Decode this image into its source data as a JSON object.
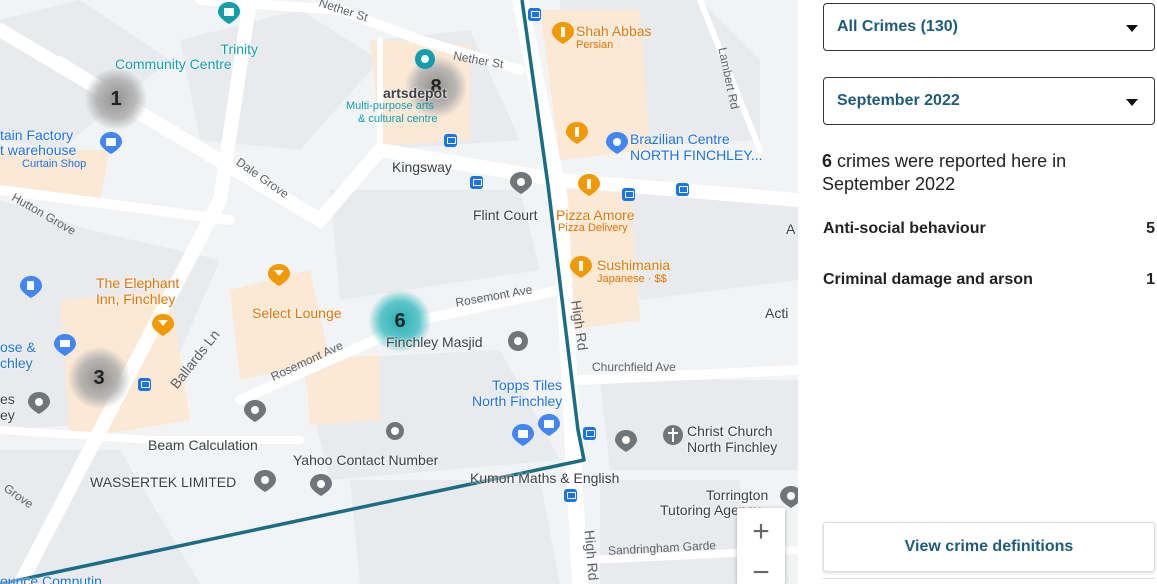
{
  "map": {
    "clusters": [
      {
        "count": "1",
        "kind": "grey"
      },
      {
        "count": "8",
        "kind": "grey"
      },
      {
        "count": "3",
        "kind": "grey"
      },
      {
        "count": "6",
        "kind": "teal"
      }
    ],
    "streets": {
      "nether_st_1": "Nether St",
      "nether_st_2": "Nether St",
      "dale_grove": "Dale Grove",
      "hutton_grove": "Hutton Grove",
      "ballards_ln": "Ballards Ln",
      "kingsway": "Kingsway",
      "rosemont_ave_1": "Rosemont Ave",
      "rosemont_ave_2": "Rosemont Ave",
      "high_rd_1": "High Rd",
      "high_rd_2": "High Rd",
      "lambert_rd": "Lambert Rd",
      "churchfield_ave": "Churchfield Ave",
      "sandringham": "Sandringham Garde",
      "grove": "Grove",
      "a_label": "A",
      "acti": "Acti"
    },
    "places": {
      "trinity_1": "Trinity",
      "trinity_2": "Community Centre",
      "arts_name": "artsdepot",
      "arts_sub_1": "Multi-purpose arts",
      "arts_sub_2": "& cultural centre",
      "shah_abbas": "Shah Abbas",
      "shah_abbas_sub": "Persian",
      "curtain_1": "tain Factory",
      "curtain_2": "t warehouse",
      "curtain_sub": "Curtain Shop",
      "brazilian_1": "Brazilian Centre",
      "brazilian_2": "NORTH FINCHLEY...",
      "flint_court": "Flint Court",
      "pizza_amore": "Pizza Amore",
      "pizza_sub": "Pizza Delivery",
      "sushimania": "Sushimania",
      "sushimania_sub": "Japanese · $$",
      "elephant_1": "The Elephant",
      "elephant_2": "Inn, Finchley",
      "select_lounge": "Select Lounge",
      "finchley_masjid": "Finchley Masjid",
      "rose_1": "ose &",
      "rose_2": "chley",
      "es_1": "es",
      "es_2": "ey",
      "topps_1": "Topps Tiles",
      "topps_2": "North Finchley",
      "christ_1": "Christ Church",
      "christ_2": "North Finchley",
      "beam": "Beam Calculation",
      "yahoo": "Yahoo Contact Number",
      "wassertek": "WASSERTEK LIMITED",
      "kumon": "Kumon Maths & English",
      "torrington_1": "Torrington",
      "torrington_2": "Tutoring Agency",
      "bottom_left": "ounce Computin"
    },
    "zoom_in": "+",
    "zoom_out": "−"
  },
  "panel": {
    "crime_filter": "All Crimes (130)",
    "month_filter": "September 2022",
    "summary_count": "6",
    "summary_text": "crimes were reported here in September 2022",
    "crimes": [
      {
        "name": "Anti-social behaviour",
        "count": "5"
      },
      {
        "name": "Criminal damage and arson",
        "count": "1"
      }
    ],
    "definitions_button": "View crime definitions"
  },
  "colors": {
    "boundary": "#1b6d85",
    "accent_text": "#1f5c7a",
    "cluster_teal": "#28afb4",
    "poi_orange": "#e37400",
    "poi_blue": "#1a73e8"
  }
}
